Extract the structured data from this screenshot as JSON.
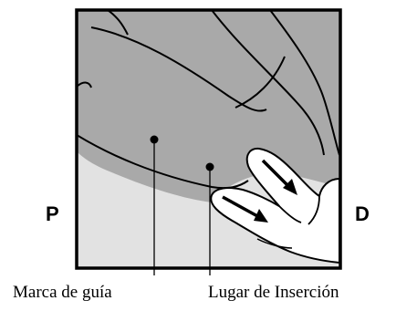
{
  "diagram": {
    "left_label": "P",
    "right_label": "D",
    "captions": {
      "guide_mark": "Marca de guía",
      "insertion_site": "Lugar de Inserción"
    }
  },
  "colors": {
    "skin": "#a9a9a9",
    "background": "#e2e2e2",
    "hand": "#ffffff",
    "outline": "#000000"
  }
}
